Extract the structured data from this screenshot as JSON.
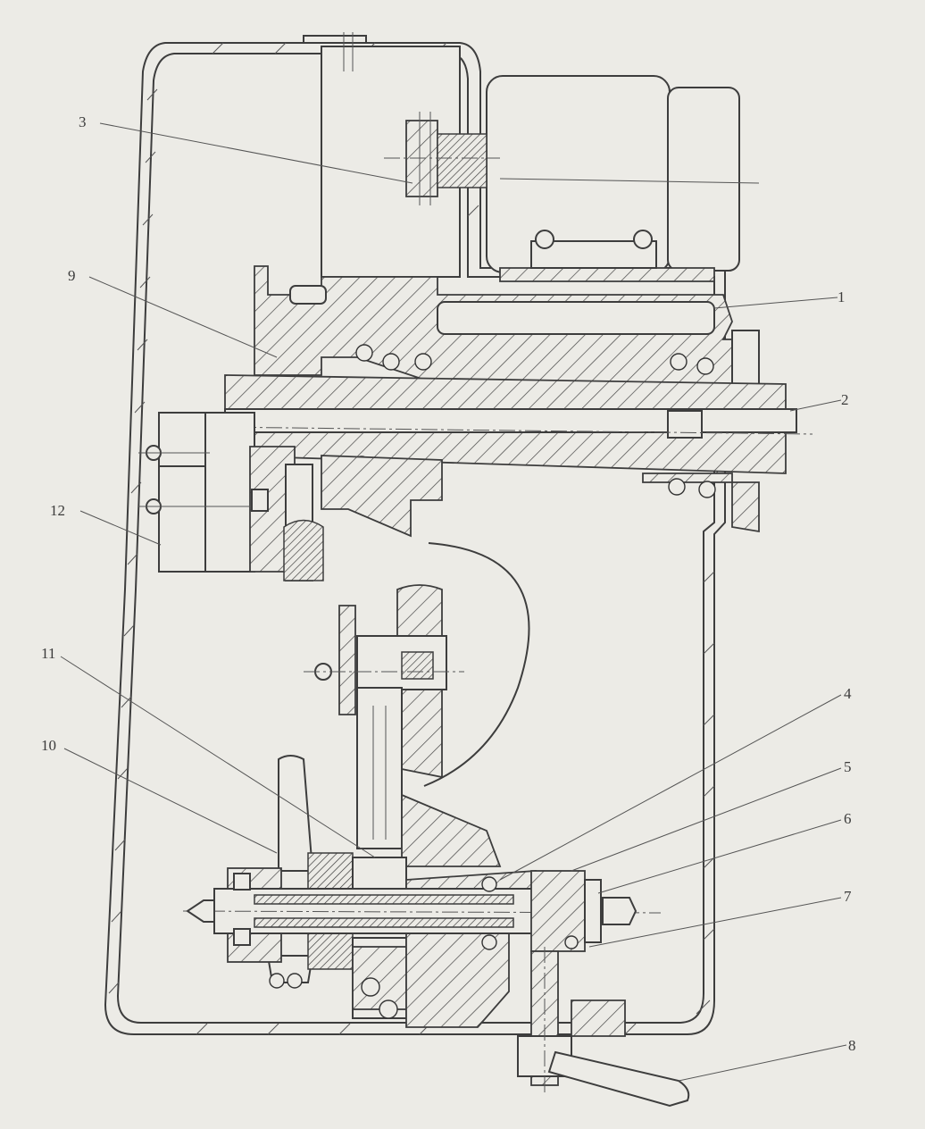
{
  "figure": {
    "callouts": [
      {
        "id": "c1",
        "text": "1"
      },
      {
        "id": "c2",
        "text": "2"
      },
      {
        "id": "c3",
        "text": "3"
      },
      {
        "id": "c4",
        "text": "4"
      },
      {
        "id": "c5",
        "text": "5"
      },
      {
        "id": "c6",
        "text": "6"
      },
      {
        "id": "c7",
        "text": "7"
      },
      {
        "id": "c8",
        "text": "8"
      },
      {
        "id": "c9",
        "text": "9"
      },
      {
        "id": "c10",
        "text": "10"
      },
      {
        "id": "c11",
        "text": "11"
      },
      {
        "id": "c12",
        "text": "12"
      }
    ]
  }
}
